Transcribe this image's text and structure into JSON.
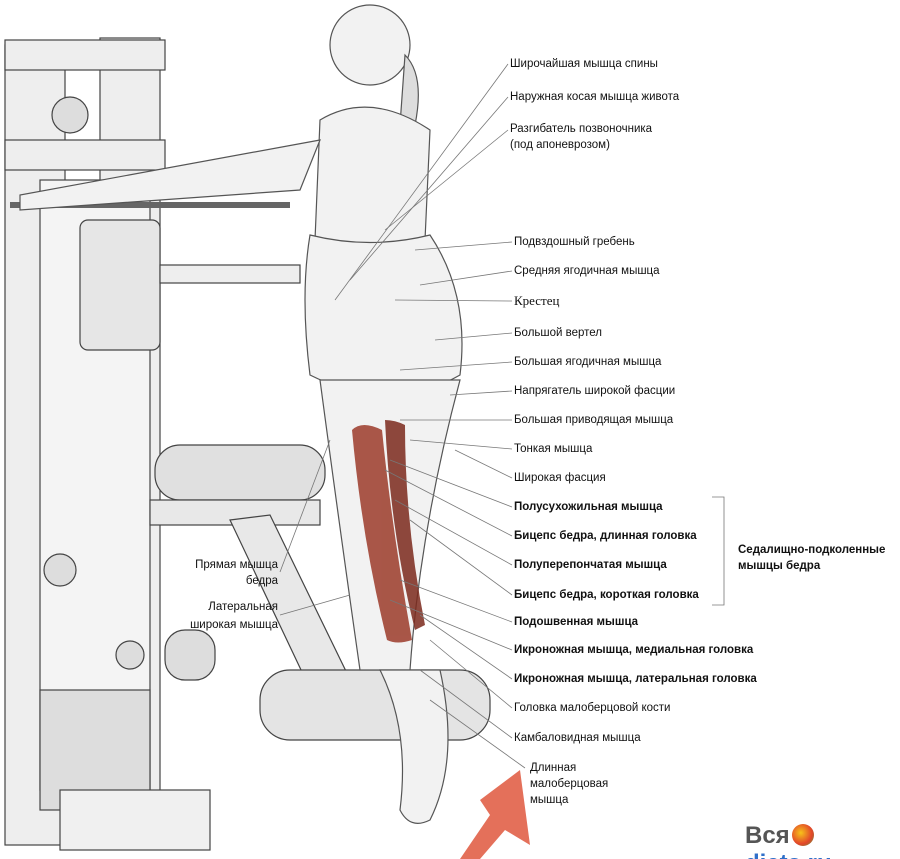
{
  "labels_right": [
    {
      "text": "Широчайшая мышца спины",
      "bold": false
    },
    {
      "text": "Наружная косая мышца живота",
      "bold": false
    },
    {
      "text": "Разгибатель позвоночника",
      "bold": false
    },
    {
      "text": "(под апоневрозом)",
      "bold": false
    },
    {
      "text": "Подвздошный гребень",
      "bold": false
    },
    {
      "text": "Средняя ягодичная мышца",
      "bold": false
    },
    {
      "text": "Крестец",
      "bold": false
    },
    {
      "text": "Большой вертел",
      "bold": false
    },
    {
      "text": "Большая ягодичная мышца",
      "bold": false
    },
    {
      "text": "Напрягатель широкой фасции",
      "bold": false
    },
    {
      "text": "Большая приводящая мышца",
      "bold": false
    },
    {
      "text": "Тонкая мышца",
      "bold": false
    },
    {
      "text": "Широкая фасция",
      "bold": false
    },
    {
      "text": "Полусухожильная мышца",
      "bold": true
    },
    {
      "text": "Бицепс бедра, длинная головка",
      "bold": true
    },
    {
      "text": "Полуперепончатая мышца",
      "bold": true
    },
    {
      "text": "Бицепс бедра, короткая головка",
      "bold": true
    },
    {
      "text": "Подошвенная мышца",
      "bold": true
    },
    {
      "text": "Икроножная мышца, медиальная головка",
      "bold": true
    },
    {
      "text": "Икроножная мышца, латеральная головка",
      "bold": true
    },
    {
      "text": "Головка малоберцовой кости",
      "bold": false
    },
    {
      "text": "Камбаловидная мышца",
      "bold": false
    }
  ],
  "peroneus": [
    "Длинная",
    "малоберцовая",
    "мышца"
  ],
  "group_label": [
    "Седалищно-подколенные",
    "мышцы бедра"
  ],
  "labels_left": {
    "rectus": [
      "Прямая мышца",
      "бедра"
    ],
    "vastus": [
      "Латеральная",
      "широкая мышца"
    ]
  },
  "watermark": {
    "prefix": "Вся",
    "suffix": "diets.ru"
  },
  "colors": {
    "muscle": "#9c3b2a",
    "arrow": "#e4705a",
    "ink": "#333333"
  }
}
